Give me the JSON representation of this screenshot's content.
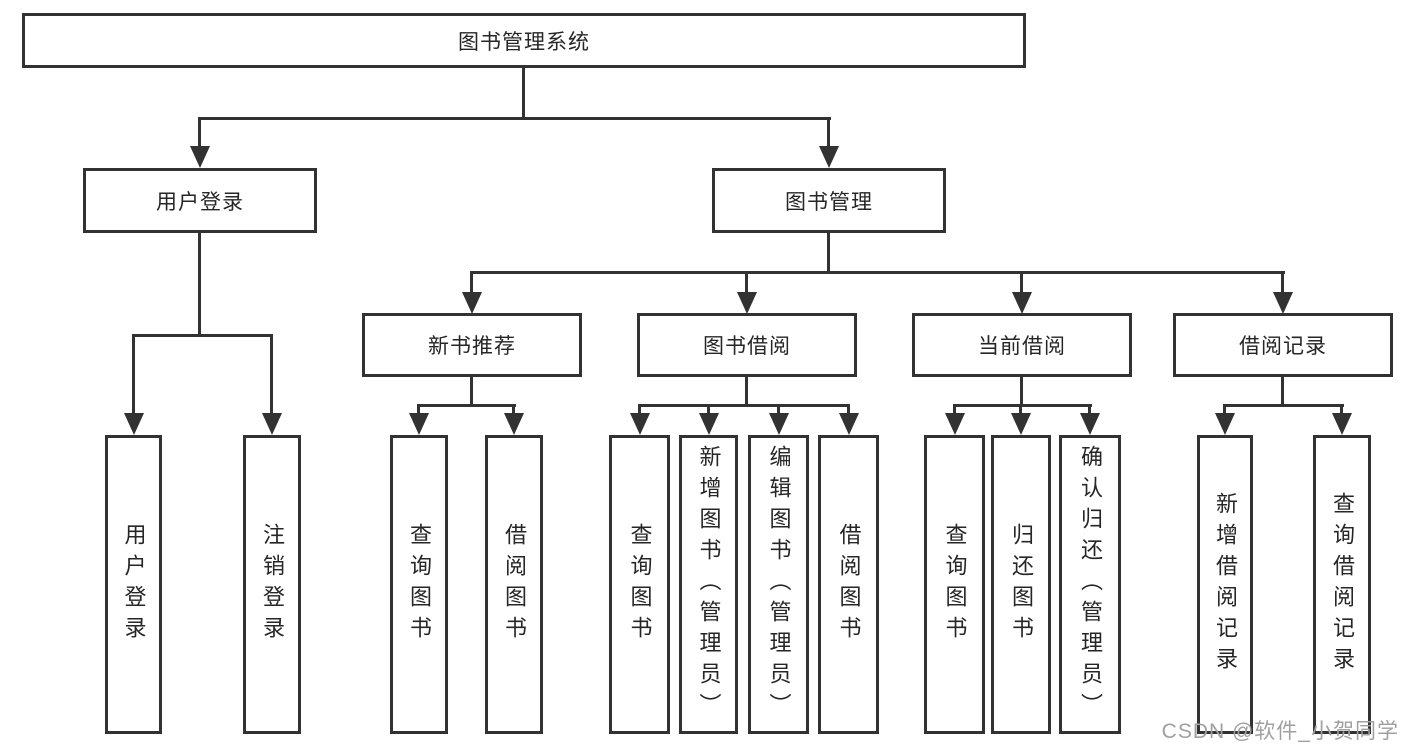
{
  "diagram": {
    "root": "图书管理系统",
    "branches": [
      {
        "label": "用户登录",
        "leaves": [
          "用户登录",
          "注销登录"
        ]
      },
      {
        "label": "图书管理",
        "groups": [
          {
            "label": "新书推荐",
            "leaves": [
              "查询图书",
              "借阅图书"
            ]
          },
          {
            "label": "图书借阅",
            "leaves": [
              "查询图书",
              "新增图书（管理员）",
              "编辑图书（管理员）",
              "借阅图书"
            ]
          },
          {
            "label": "当前借阅",
            "leaves": [
              "查询图书",
              "归还图书",
              "确认归还（管理员）"
            ]
          },
          {
            "label": "借阅记录",
            "leaves": [
              "新增借阅记录",
              "查询借阅记录"
            ]
          }
        ]
      }
    ],
    "watermark": "CSDN @软件_小贺同学",
    "colors": {
      "line": "#323232",
      "text": "#262626",
      "watermark": "#a0a0a0",
      "background": "#ffffff"
    }
  }
}
